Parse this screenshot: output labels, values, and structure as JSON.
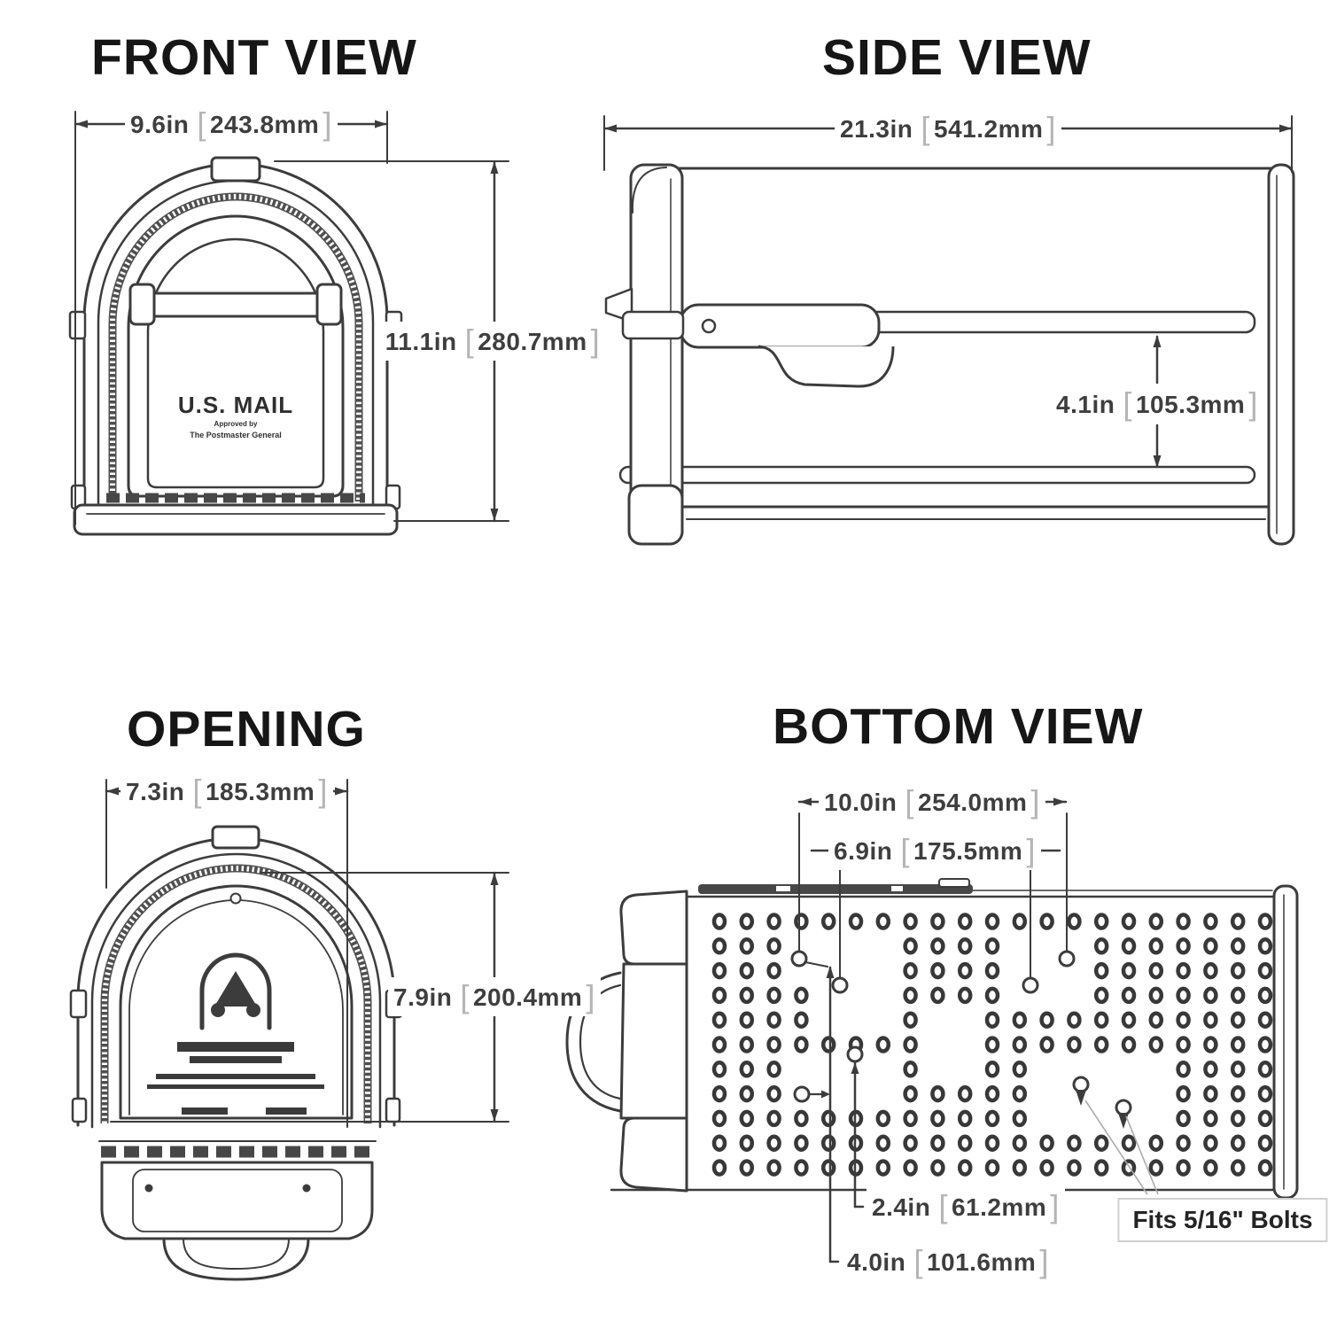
{
  "colors": {
    "line": "#3c3c3c",
    "text": "#161616",
    "bracket": "#b5b5b5",
    "dark_fill": "#474747"
  },
  "views": {
    "front": {
      "title": "FRONT VIEW",
      "width_dim": {
        "in": "9.6in",
        "mm": "243.8mm"
      },
      "height_dim": {
        "in": "11.1in",
        "mm": "280.7mm"
      },
      "plaque": {
        "line1": "U.S. MAIL",
        "line2": "Approved by",
        "line3": "The Postmaster General"
      }
    },
    "side": {
      "title": "SIDE VIEW",
      "length_dim": {
        "in": "21.3in",
        "mm": "541.2mm"
      },
      "post_dim": {
        "in": "4.1in",
        "mm": "105.3mm"
      }
    },
    "opening": {
      "title": "OPENING",
      "width_dim": {
        "in": "7.3in",
        "mm": "185.3mm"
      },
      "height_dim": {
        "in": "7.9in",
        "mm": "200.4mm"
      }
    },
    "bottom": {
      "title": "BOTTOM VIEW",
      "outer_hole_dim": {
        "in": "10.0in",
        "mm": "254.0mm"
      },
      "inner_hole_dim": {
        "in": "6.9in",
        "mm": "175.5mm"
      },
      "small_offset_dim": {
        "in": "2.4in",
        "mm": "61.2mm"
      },
      "large_offset_dim": {
        "in": "4.0in",
        "mm": "101.6mm"
      },
      "bolt_note": "Fits 5/16\" Bolts"
    }
  }
}
